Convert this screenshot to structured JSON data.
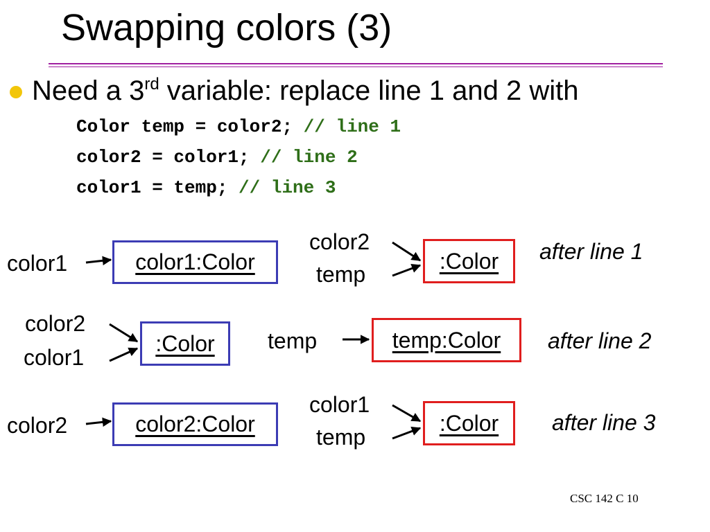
{
  "slide": {
    "title": "Swapping colors (3)",
    "bullet": {
      "pre": "Need a 3",
      "sup": "rd",
      "post": " variable: replace line 1 and 2 with"
    },
    "code": [
      {
        "stmt": "Color temp = color2; ",
        "comment": "// line 1"
      },
      {
        "stmt": "color2 = color1; ",
        "comment": "// line 2"
      },
      {
        "stmt": "color1 = temp; ",
        "comment": "// line 3"
      }
    ],
    "footer": "CSC 142 C 10"
  },
  "diagram": {
    "colors": {
      "blue_box": "#3c3cb4",
      "red_box": "#e01e1e",
      "comment": "#2e6e18",
      "bullet": "#f2c60a",
      "rule": "#a020a0"
    },
    "row1": {
      "left_label": "color1",
      "left_box": "color1:Color",
      "right_labels": [
        "color2",
        "temp"
      ],
      "right_box": ":Color",
      "note": "after line 1"
    },
    "row2": {
      "left_labels": [
        "color2",
        "color1"
      ],
      "left_box": ":Color",
      "right_label": "temp",
      "right_box": "temp:Color",
      "note": "after line 2"
    },
    "row3": {
      "left_label": "color2",
      "left_box": "color2:Color",
      "right_labels": [
        "color1",
        "temp"
      ],
      "right_box": ":Color",
      "note": "after line 3"
    }
  }
}
